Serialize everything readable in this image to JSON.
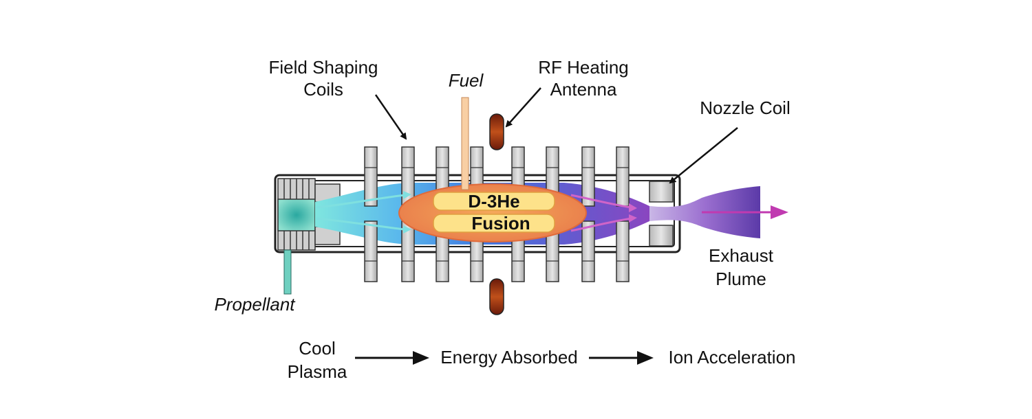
{
  "labels": {
    "field_shaping_line1": "Field Shaping",
    "field_shaping_line2": "Coils",
    "fuel": "Fuel",
    "rf_line1": "RF Heating",
    "rf_line2": "Antenna",
    "nozzle_coil": "Nozzle Coil",
    "fusion_line1": "D-3He",
    "fusion_line2": "Fusion",
    "exhaust_line1": "Exhaust",
    "exhaust_line2": "Plume",
    "propellant": "Propellant"
  },
  "flow": {
    "step1_line1": "Cool",
    "step1_line2": "Plasma",
    "step2": "Energy Absorbed",
    "step3": "Ion Acceleration"
  },
  "colors": {
    "coil_fill": "#d4d4d4",
    "coil_stroke": "#333333",
    "fuel_line": "#f7c89a",
    "antenna": "#8a2a10",
    "propellant": "#5fc9b6",
    "fusion_core": "#f0a050",
    "fusion_band": "#fde28a",
    "plasma_blue": "#4a80e0",
    "plasma_cyan": "#6ad4e0",
    "plume_purple": "#7a45b8",
    "exhaust_arrow": "#c03ab0"
  }
}
